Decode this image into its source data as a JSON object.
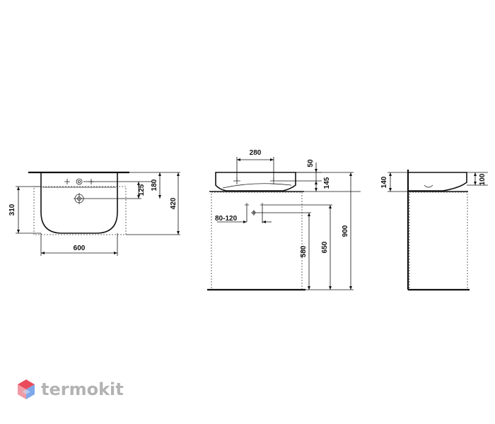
{
  "brand": {
    "name": "termokit",
    "colors": {
      "top": "#e94b5a",
      "left": "#f19aa4",
      "right": "#7fa8ea",
      "bottom": "#c9d7f2",
      "text": "#b3b3b3"
    }
  },
  "dimensions": {
    "front_view": {
      "width_600": "600",
      "height_310": "310",
      "depth_420": "420",
      "offset_180": "180",
      "offset_125": "125"
    },
    "side_view": {
      "top_280": "280",
      "lip_50": "50",
      "bowl_145": "145",
      "drain_spread": "80-120",
      "height_580": "580",
      "height_650": "650",
      "height_900": "900"
    },
    "profile_view": {
      "height_140": "140",
      "height_100": "100"
    }
  }
}
